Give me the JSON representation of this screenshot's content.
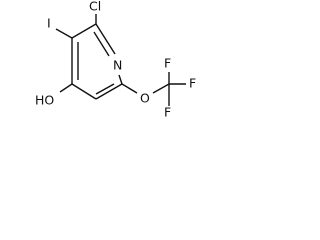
{
  "molecule": {
    "atoms": {
      "cl": "Cl",
      "i": "I",
      "n": "N",
      "oh": "HO",
      "o": "O",
      "f_top": "F",
      "f_right": "F",
      "f_bottom": "F"
    }
  }
}
